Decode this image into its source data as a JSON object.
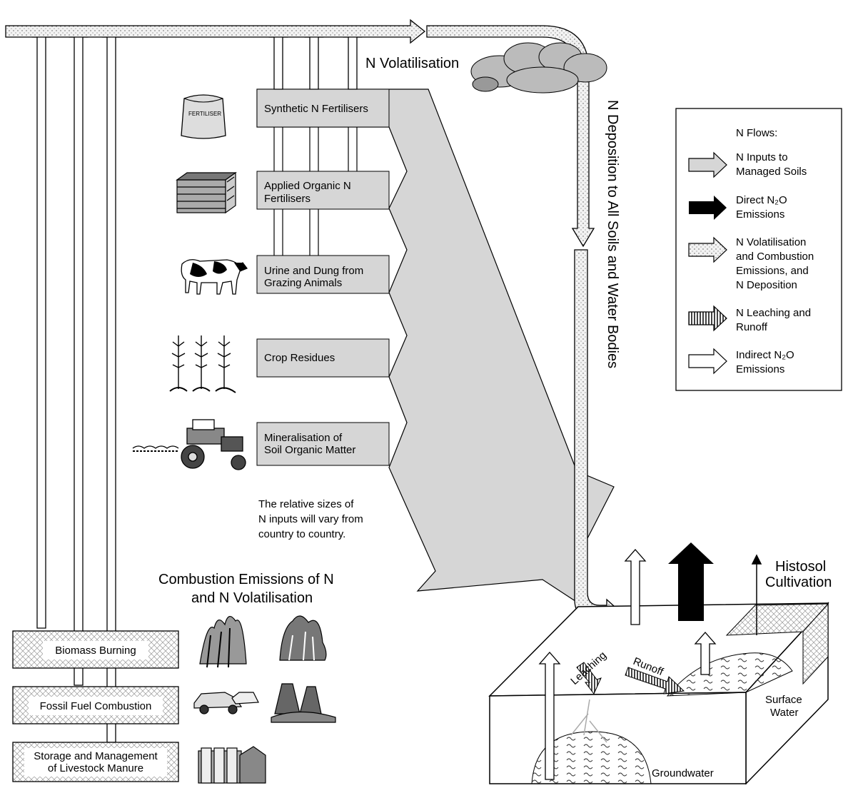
{
  "labels": {
    "n_volatilisation": "N Volatilisation",
    "n_deposition": "N Deposition to All Soils and Water Bodies",
    "histosol_line1": "Histosol",
    "histosol_line2": "Cultivation",
    "leaching": "Leaching",
    "runoff": "Runoff",
    "surface_line1": "Surface",
    "surface_line2": "Water",
    "groundwater": "Groundwater"
  },
  "inputs": [
    {
      "line1": "Synthetic N Fertilisers",
      "line2": ""
    },
    {
      "line1": "Applied Organic N",
      "line2": "Fertilisers"
    },
    {
      "line1": "Urine and Dung from",
      "line2": "Grazing Animals"
    },
    {
      "line1": "Crop Residues",
      "line2": ""
    },
    {
      "line1": "Mineralisation of",
      "line2": "Soil Organic Matter"
    }
  ],
  "fertiliser_bag_text": "FERTILISER",
  "note": {
    "line1": "The relative sizes of",
    "line2": "N inputs will vary from",
    "line3": "country to country."
  },
  "combustion_title": {
    "line1": "Combustion Emissions of N",
    "line2": "and N Volatilisation"
  },
  "sources": [
    {
      "line1": "Biomass Burning",
      "line2": ""
    },
    {
      "line1": "Fossil Fuel Combustion",
      "line2": ""
    },
    {
      "line1": "Storage and Management",
      "line2": "of Livestock Manure"
    }
  ],
  "legend": {
    "title": "N Flows:",
    "items": [
      {
        "icon": "gray-arrow-icon",
        "line1": "N Inputs to",
        "line2": "Managed Soils",
        "line3": "",
        "line4": ""
      },
      {
        "icon": "black-arrow-icon",
        "line1": "Direct N₂O",
        "line2": "Emissions",
        "line3": "",
        "line4": ""
      },
      {
        "icon": "stippled-arrow-icon",
        "line1": "N Volatilisation",
        "line2": "and Combustion",
        "line3": "Emissions, and",
        "line4": "N Deposition"
      },
      {
        "icon": "striped-arrow-icon",
        "line1": "N Leaching and",
        "line2": "Runoff",
        "line3": "",
        "line4": ""
      },
      {
        "icon": "white-arrow-icon",
        "line1": "Indirect N₂O",
        "line2": "Emissions",
        "line3": "",
        "line4": ""
      }
    ]
  },
  "colors": {
    "gray_input": "#d6d6d6",
    "black": "#000000",
    "stipple": "#eeeeee"
  }
}
